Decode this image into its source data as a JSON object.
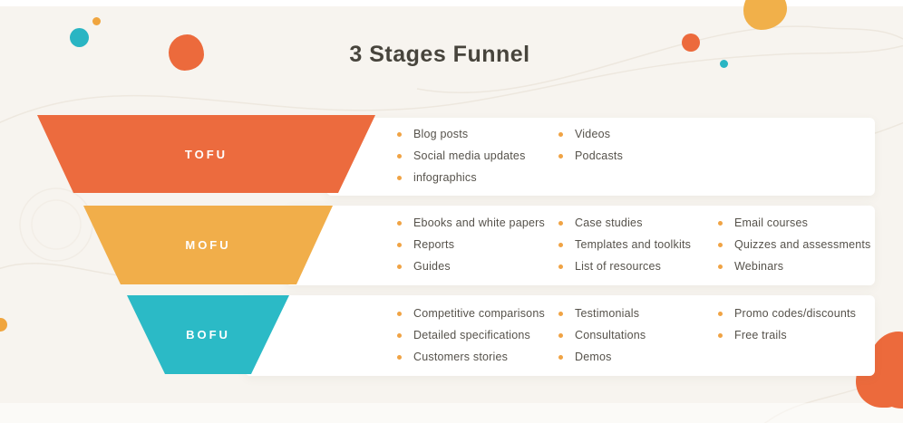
{
  "title": "3 Stages Funnel",
  "colors": {
    "background": "#f7f4ef",
    "panel": "#ffffff",
    "tofu": "#ec6b3e",
    "mofu": "#f1ae4a",
    "bofu": "#2bbac6",
    "bullet": "#f0a344",
    "text": "#56524b",
    "title_text": "#47443c",
    "teal": "#2ab5c3",
    "orange": "#ec6a3c",
    "amber": "#f0a53e",
    "amber_blob": "#f1b04a"
  },
  "stages": [
    {
      "label": "TOFU",
      "columns": [
        [
          "Blog posts",
          "Social media updates",
          "infographics"
        ],
        [
          "Videos",
          "Podcasts"
        ]
      ]
    },
    {
      "label": "MOFU",
      "columns": [
        [
          "Ebooks and white papers",
          "Reports",
          "Guides"
        ],
        [
          "Case studies",
          "Templates and toolkits",
          "List of resources"
        ],
        [
          "Email courses",
          "Quizzes and assessments",
          "Webinars"
        ]
      ]
    },
    {
      "label": "BOFU",
      "columns": [
        [
          "Competitive comparisons",
          "Detailed specifications",
          "Customers stories"
        ],
        [
          "Testimonials",
          "Consultations",
          "Demos"
        ],
        [
          "Promo codes/discounts",
          "Free trails"
        ]
      ]
    }
  ]
}
